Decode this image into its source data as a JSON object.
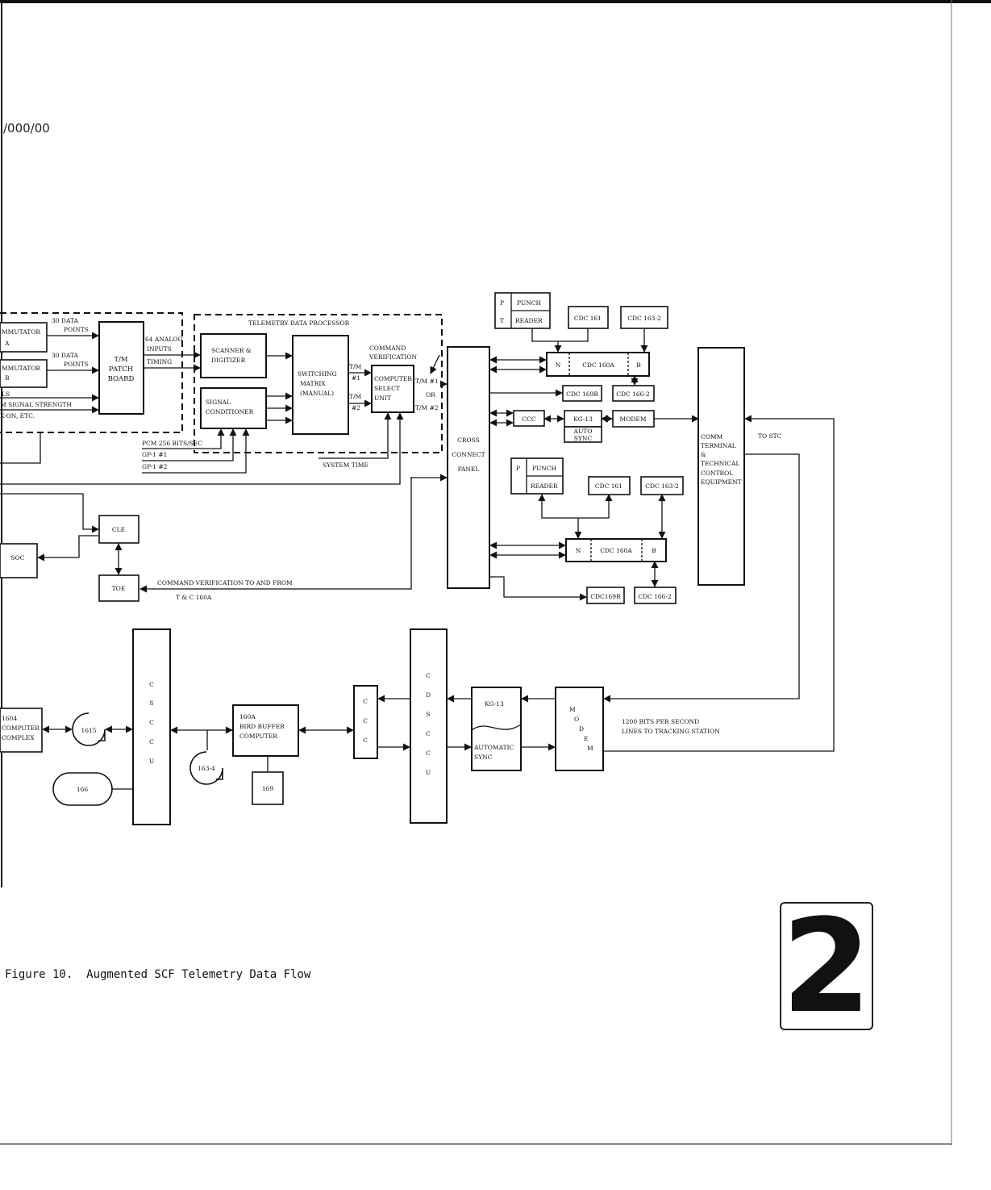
{
  "page": {
    "id_fragment": "/000/00",
    "caption": "Figure 10.  Augmented SCF Telemetry Data Flow",
    "page_number": "2"
  },
  "left_group": {
    "commutator_a": [
      "MMUTATOR",
      "A"
    ],
    "commutator_b": [
      "MMUTATOR",
      "B"
    ],
    "data_points_1": [
      "30 DATA",
      "POINTS"
    ],
    "data_points_2": [
      "30 DATA",
      "POINTS"
    ],
    "signal_strength": [
      "LS",
      "M SIGNAL STRENGTH",
      "K-ON, ETC."
    ],
    "patch_board": [
      "T/M",
      "PATCH",
      "BOARD"
    ],
    "analog_inputs": [
      "64 ANALOG",
      "INPUTS"
    ],
    "timing": "TIMING"
  },
  "tdp": {
    "title": "TELEMETRY DATA PROCESSOR",
    "scanner": [
      "SCANNER &",
      "DIGITIZER"
    ],
    "signal_conditioner": [
      "SIGNAL",
      "CONDITIONER"
    ],
    "switching_matrix": [
      "SWITCHING",
      "MATRIX",
      "(MANUAL)"
    ],
    "tm1": [
      "T/M",
      "#1"
    ],
    "tm2": [
      "T/M",
      "#2"
    ],
    "computer_select": [
      "COMPUTER",
      "SELECT",
      "UNIT"
    ],
    "command_verification": [
      "COMMAND",
      "VERIFICATION"
    ],
    "out_tm1": "T/M #1",
    "out_or": "OR",
    "out_tm2": "T/M #2",
    "pcm": "PCM 256 BITS/SEC",
    "gp1_1": "GP-1 #1",
    "gp1_2": "GP-1 #2",
    "system_time": "SYSTEM TIME"
  },
  "cross_connect": [
    "CROSS",
    "CONNECT",
    "PANEL"
  ],
  "upper_cdc": {
    "pt_p": "P",
    "pt_t": "T",
    "punch": "PUNCH",
    "reader": "READER",
    "cdc161": "CDC 161",
    "cdc163": "CDC 163-2",
    "n": "N",
    "cdc160a": "CDC 160A",
    "b": "B",
    "cdc169": "CDC 169B",
    "cdc166": "CDC 166-2",
    "ccc": "CCC",
    "kg13": "KG-13",
    "auto_sync": [
      "AUTO",
      "SYNC"
    ],
    "modem": "MODEM"
  },
  "lower_cdc": {
    "p": "P",
    "punch": "PUNCH",
    "reader": "READER",
    "cdc161": "CDC 161",
    "cdc163": "CDC 163-2",
    "n": "N",
    "cdc160a": "CDC 160A",
    "b": "B",
    "cdc169": "CDC169R",
    "cdc166": "CDC 166-2"
  },
  "comm_terminal": [
    "COMM",
    "TERMINAL",
    "&",
    "TECHNICAL",
    "CONTROL",
    "EQUIPMENT"
  ],
  "to_stc": "TO STC",
  "cle": "CLE",
  "soc": "SOC",
  "toe": "TOE",
  "cmd_verif_line": [
    "COMMAND VERIFICATION TO AND FROM",
    "T & C 160A"
  ],
  "bottom": {
    "computer_complex": [
      "1604",
      "COMPUTER",
      "COMPLEX"
    ],
    "tape_1615": "1615",
    "cscu": [
      "C",
      "S",
      "C",
      "C",
      "U"
    ],
    "tape_166": "166",
    "tape_163": "163-4",
    "bird_buffer": [
      "160A",
      "BIRD BUFFER",
      "COMPUTER"
    ],
    "box_169": "169",
    "ccc": [
      "C",
      "C",
      "C"
    ],
    "cdscu": [
      "C",
      "D",
      "S",
      "C",
      "C",
      "U"
    ],
    "kg13": "KG-13",
    "auto_sync": [
      "AUTOMATIC",
      "SYNC"
    ],
    "modem": [
      "M",
      "O",
      "D",
      "E",
      "M"
    ],
    "lines_note": [
      "1200 BITS PER SECOND",
      "LINES TO TRACKING STATION"
    ]
  }
}
